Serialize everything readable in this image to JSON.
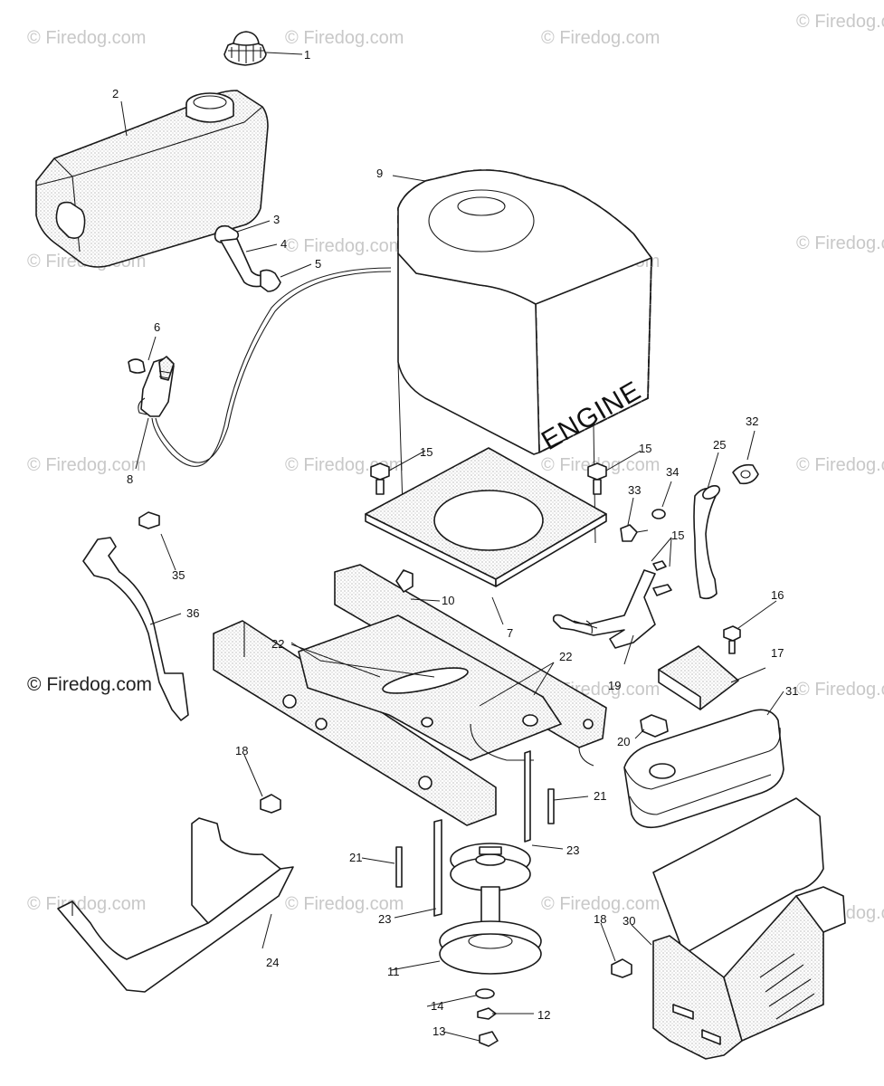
{
  "watermark": {
    "text": "Firedog.com",
    "symbol": "©"
  },
  "engine_label": "ENGINE",
  "callouts": {
    "c1": "1",
    "c2": "2",
    "c3": "3",
    "c4": "4",
    "c5": "5",
    "c6": "6",
    "c7": "7",
    "c8": "8",
    "c9": "9",
    "c10": "10",
    "c11": "11",
    "c12": "12",
    "c13": "13",
    "c14": "14",
    "c15a": "15",
    "c15b": "15",
    "c15c": "15",
    "c16": "16",
    "c17": "17",
    "c18a": "18",
    "c18b": "18",
    "c19": "19",
    "c20": "20",
    "c21a": "21",
    "c21b": "21",
    "c22a": "22",
    "c22b": "22",
    "c23a": "23",
    "c23b": "23",
    "c24": "24",
    "c25": "25",
    "c30": "30",
    "c31": "31",
    "c32": "32",
    "c33": "33",
    "c34": "34",
    "c35": "35",
    "c36": "36"
  },
  "colors": {
    "ink": "#1a1a1a",
    "watermark_light": "#c8c8c8",
    "watermark_dark": "#222222",
    "background": "#ffffff"
  }
}
